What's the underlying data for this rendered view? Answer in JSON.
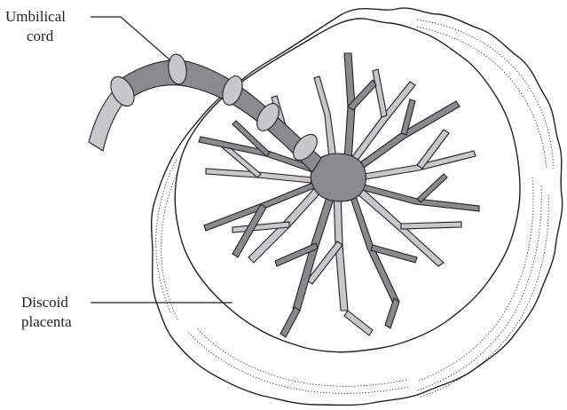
{
  "labels": {
    "umbilical_cord": [
      "Umbilical",
      "cord"
    ],
    "discoid_placenta": [
      "Discoid",
      "placenta"
    ]
  },
  "colors": {
    "line": "#231f20",
    "artery": "#8a8a8c",
    "vein": "#c8c8ca",
    "background": "#ffffff"
  }
}
